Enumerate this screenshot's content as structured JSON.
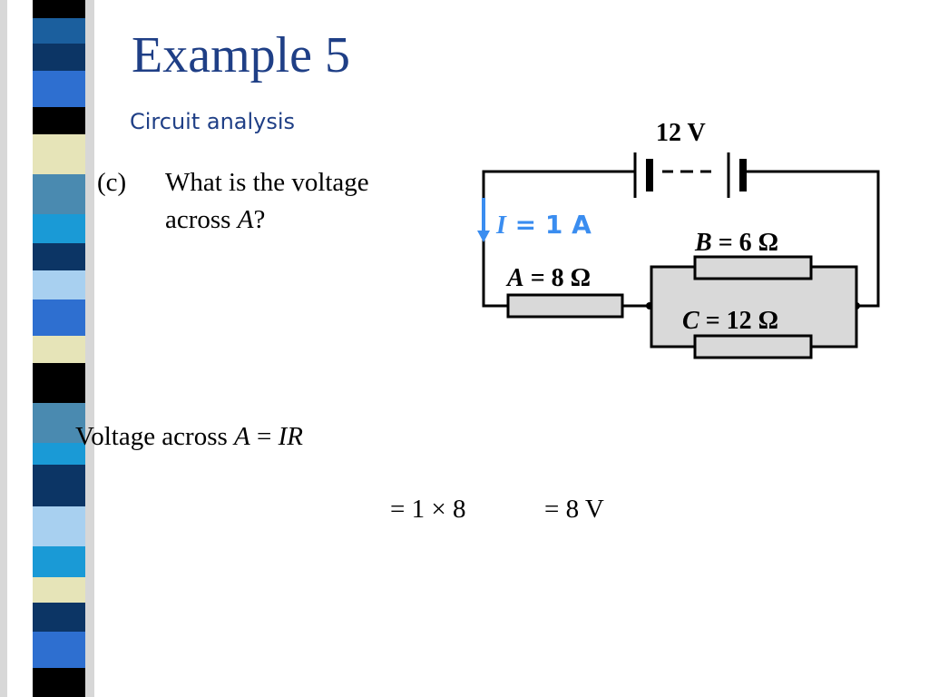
{
  "slide": {
    "title": "Example 5",
    "subtitle": "Circuit analysis"
  },
  "question": {
    "tag": "(c)",
    "line1": "What is the voltage",
    "line2_prefix": "across ",
    "line2_var": "A",
    "line2_suffix": "?"
  },
  "circuit": {
    "battery_label": "12 V",
    "current": {
      "symbol": "I",
      "value": "= 1 A"
    },
    "resistor_a": {
      "name": "A",
      "value": "= 8 Ω"
    },
    "resistor_b": {
      "name": "B",
      "value": "= 6 Ω"
    },
    "resistor_c": {
      "name": "C",
      "value": "= 12 Ω"
    }
  },
  "solution": {
    "line1_prefix": "Voltage across ",
    "line1_var": "A",
    "line1_eq": " = ",
    "line1_formula": "IR",
    "step1": "= 1 × 8",
    "step2": "= 8 V"
  },
  "colors": {
    "title": "#1f3f86",
    "current_arrow": "#3a8df0",
    "resistor_fill": "#d9d9d9",
    "stripe_dark": "#0c3565",
    "stripe_mid": "#1b5f9e",
    "stripe_light": "#a8d0f0",
    "stripe_cream": "#e6e4b8",
    "stripe_black": "#000000"
  }
}
